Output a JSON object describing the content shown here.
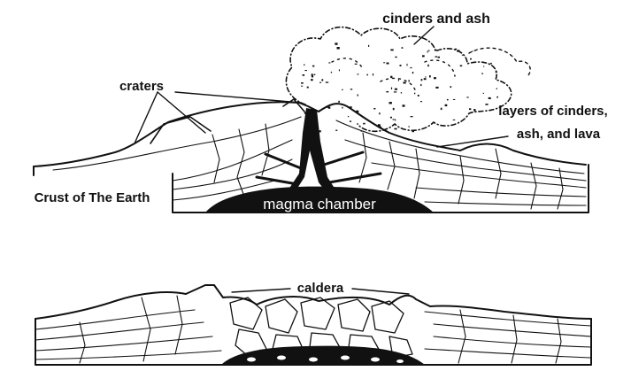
{
  "labels": {
    "cinders_and_ash": "cinders and ash",
    "craters": "craters",
    "layers_line1": "layers of cinders,",
    "layers_line2": "ash, and lava",
    "crust": "Crust of The Earth",
    "magma_chamber": "magma chamber",
    "caldera": "caldera"
  },
  "colors": {
    "ink": "#111111",
    "paper": "#ffffff"
  }
}
